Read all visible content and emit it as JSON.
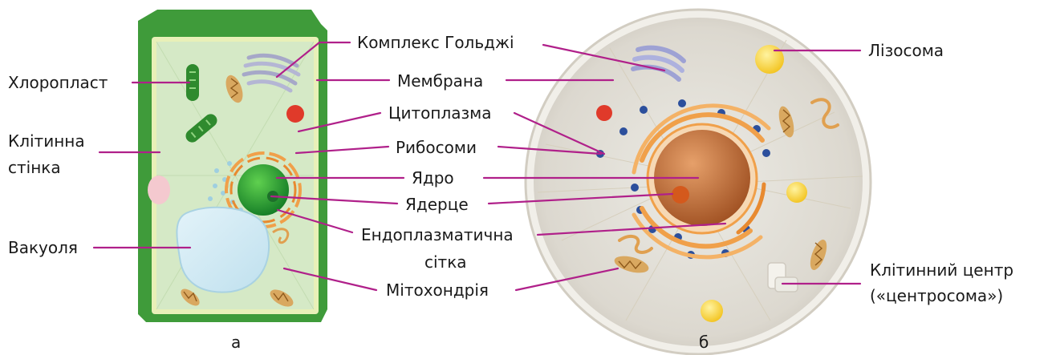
{
  "labels": {
    "chloroplast": "Хлоропласт",
    "cell_wall_line1": "Клітинна",
    "cell_wall_line2": "стінка",
    "vacuole": "Вакуоля",
    "golgi": "Комплекс Гольджі",
    "membrane": "Мембрана",
    "cytoplasm": "Цитоплазма",
    "ribosomes": "Рибосоми",
    "nucleus": "Ядро",
    "nucleolus": "Ядерце",
    "er_line1": "Ендоплазматична",
    "er_line2": "сітка",
    "mitochondrion": "Мітохондрія",
    "lysosome": "Лізосома",
    "centrosome_line1": "Клітинний центр",
    "centrosome_line2": "(«центросома»)"
  },
  "captions": {
    "plant": "а",
    "animal": "б"
  },
  "colors": {
    "leader": "#b0208a",
    "plant_wall": "#3f9b3a",
    "plant_cytoplasm": "#d5e9c6",
    "plant_nucleus": "#2d9a35",
    "vacuole": "#cde8f2",
    "animal_cytoplasm": "#e6e2da",
    "animal_nucleus": "#b8662e",
    "lysosome": "#f6cf2a",
    "ribosome": "#2c4f9c",
    "er": "#f0a04a",
    "red_organelle": "#e03a2a"
  }
}
